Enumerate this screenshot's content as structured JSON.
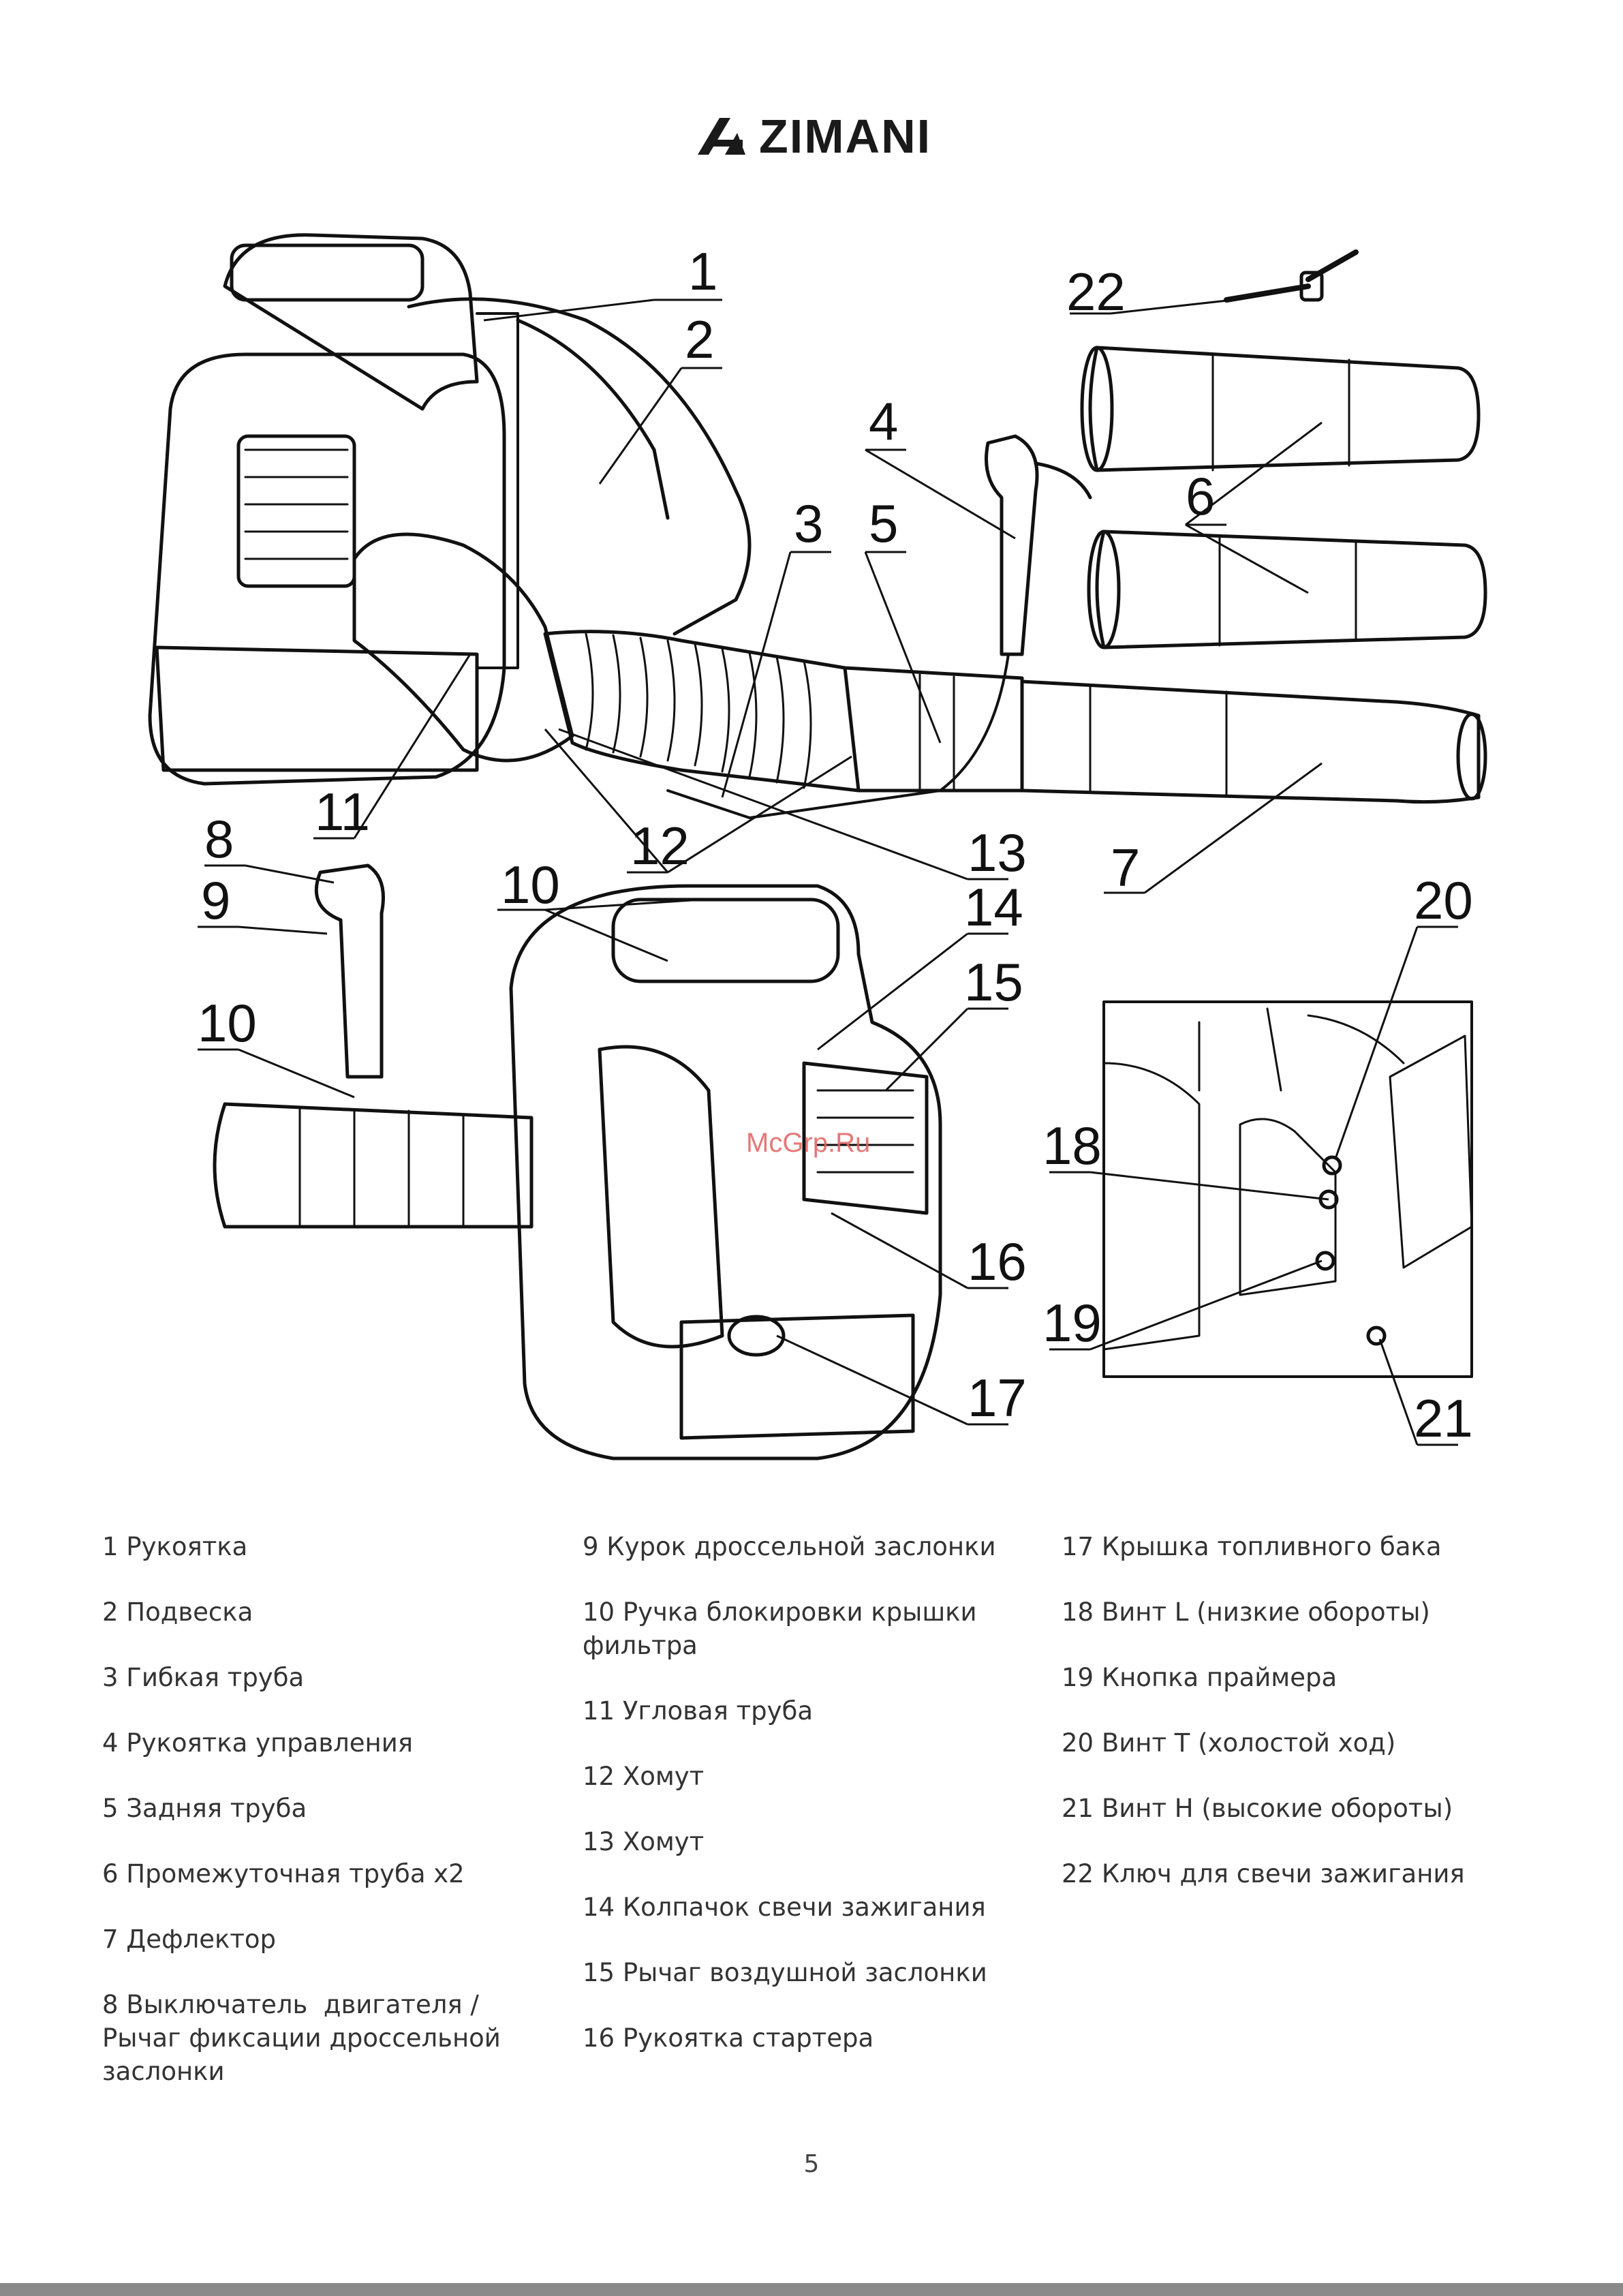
{
  "brand": {
    "name": "ZIMANI"
  },
  "diagram": {
    "callouts": [
      "1",
      "2",
      "3",
      "4",
      "5",
      "6",
      "7",
      "8",
      "9",
      "10",
      "10",
      "11",
      "12",
      "13",
      "14",
      "15",
      "16",
      "17",
      "18",
      "19",
      "20",
      "21",
      "22"
    ],
    "watermark": "McGrp.Ru"
  },
  "legend": {
    "col1": [
      "1 Рукоятка",
      "2 Подвеска",
      "3 Гибкая труба",
      "4 Рукоятка управления",
      "5 Задняя труба",
      "6 Промежуточная труба х2",
      "7 Дефлектор",
      "8 Выключатель  двигателя /\nРычаг фиксации дроссельной\nзаслонки"
    ],
    "col2": [
      "9 Курок дроссельной заслонки",
      "10 Ручка блокировки крышки\nфильтра",
      "11 Угловая труба",
      "12 Хомут",
      "13 Хомут",
      "14 Колпачок свечи зажигания",
      "15 Рычаг воздушной заслонки",
      "16 Рукоятка стартера"
    ],
    "col3": [
      "17 Крышка топливного бака",
      "18 Винт L (низкие обороты)",
      "19 Кнопка праймера",
      "20 Винт T (холостой ход)",
      "21 Винт H (высокие обороты)",
      "22 Ключ для свечи зажигания"
    ]
  },
  "page_number": "5"
}
